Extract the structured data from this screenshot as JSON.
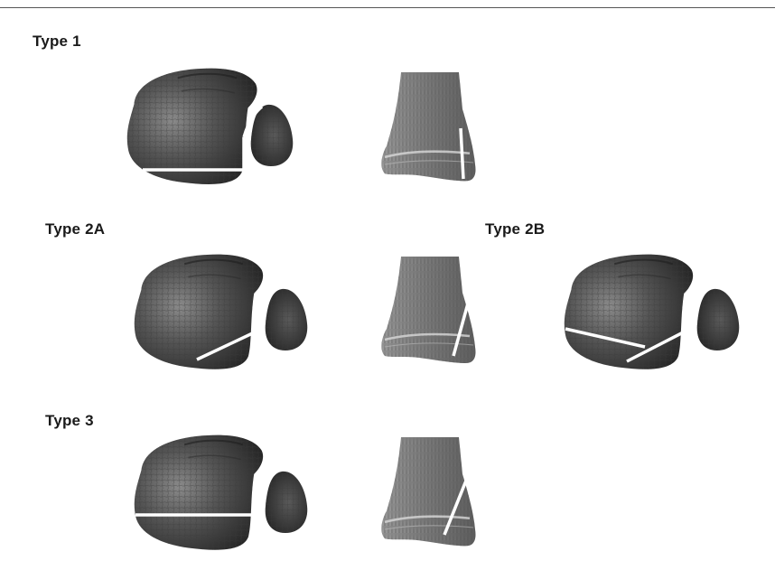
{
  "labels": {
    "type_1": "Type 1",
    "type_2a": "Type 2A",
    "type_2b": "Type 2B",
    "type_3": "Type 3"
  },
  "colors": {
    "bone_dark": "#2e2e2e",
    "bone_mid": "#6a6a6a",
    "bone_light": "#8c8c8c",
    "fracture_line": "#ffffff",
    "rule": "#555555"
  }
}
